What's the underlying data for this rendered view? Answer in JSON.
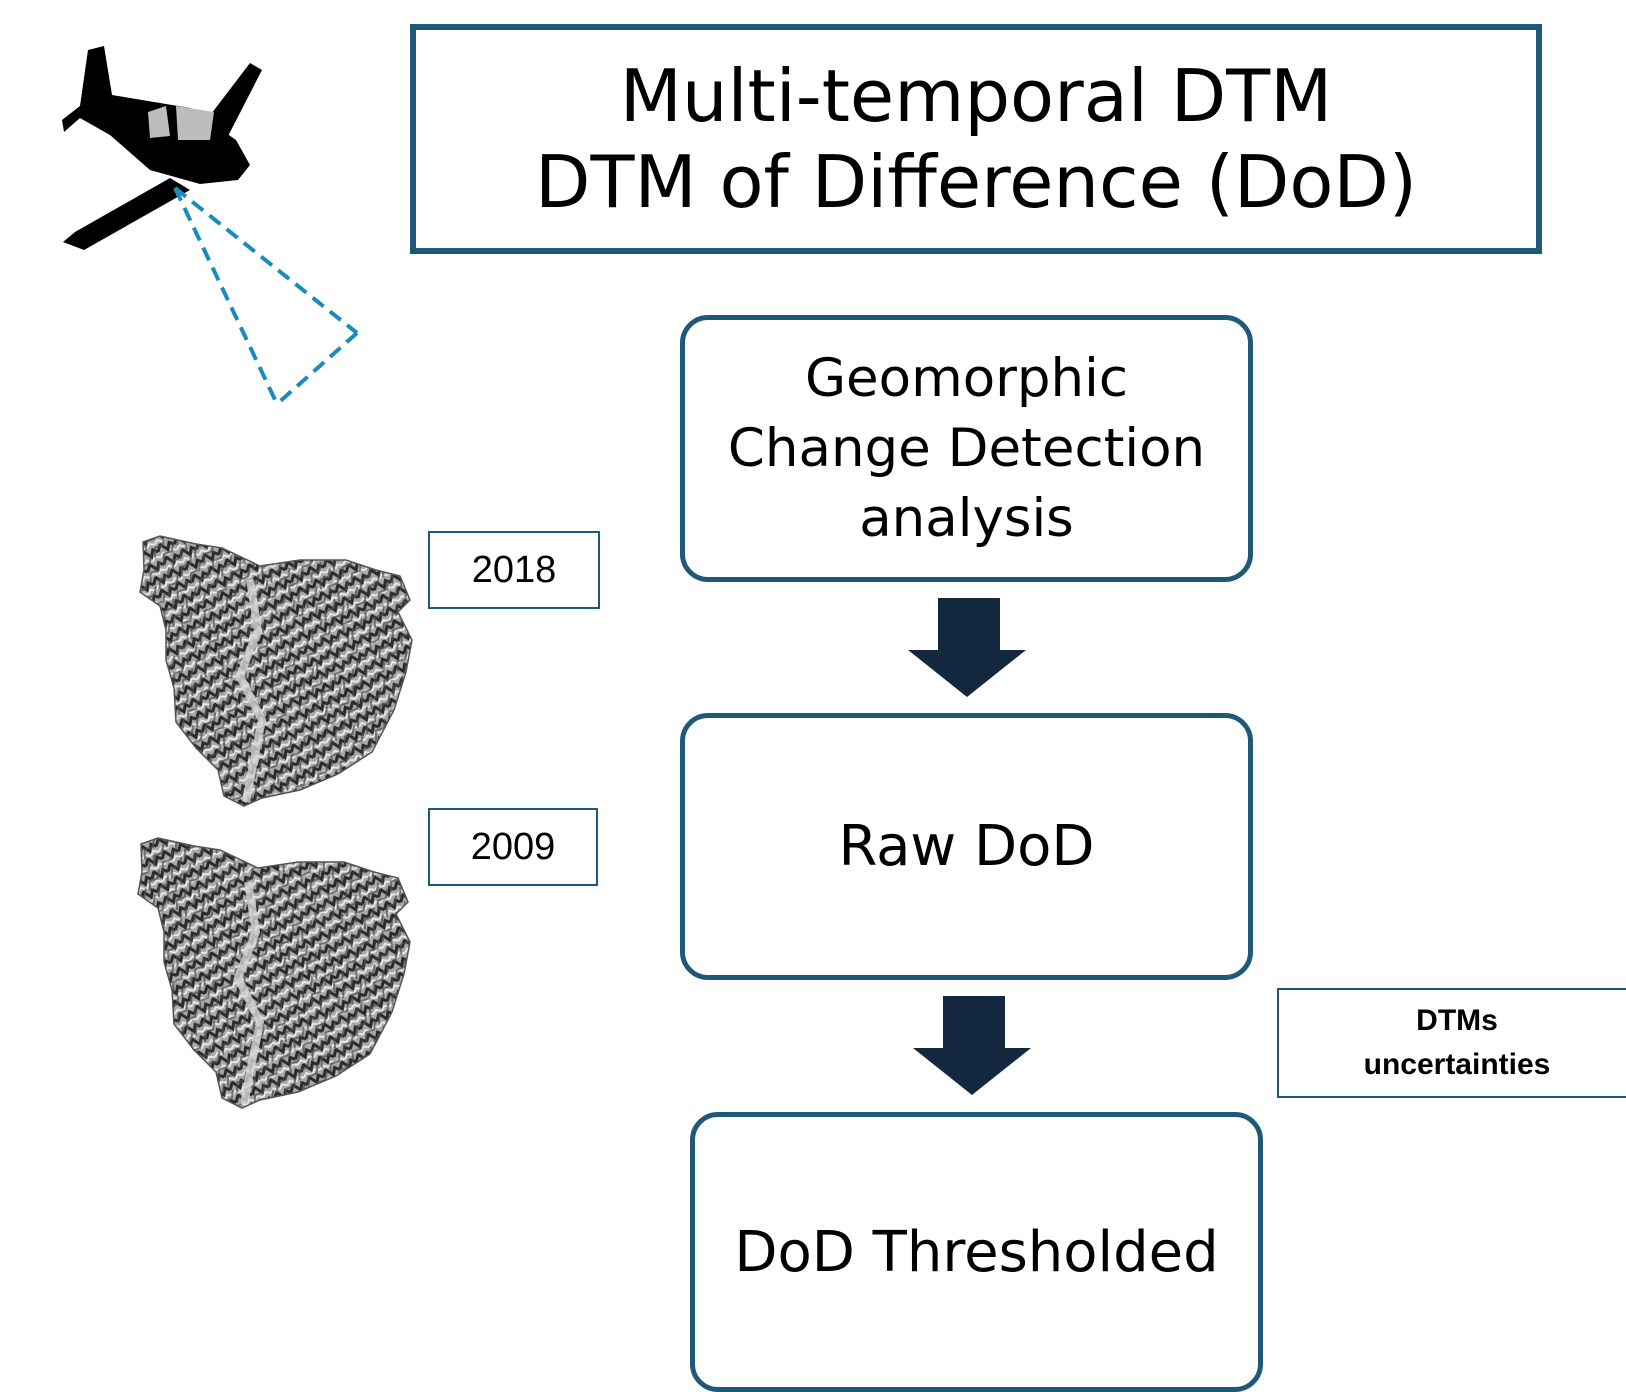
{
  "title": {
    "line1": "Multi-temporal DTM",
    "line2": "DTM of Difference (DoD)"
  },
  "flow": {
    "step1": {
      "line1": "Geomorphic",
      "line2": "Change Detection",
      "line3": "analysis"
    },
    "step2": "Raw DoD",
    "step3": "DoD Thresholded"
  },
  "dtm_inputs": {
    "year_a": "2018",
    "year_b": "2009"
  },
  "uncertainty": {
    "line1": "DTMs",
    "line2": "uncertainties"
  },
  "colors": {
    "box_border": "#1e5a78",
    "arrow": "#13283f",
    "lidar_beam": "#1a8bbf",
    "aircraft": "#000000"
  },
  "icons": [
    "aircraft-icon",
    "lidar-scan-beam",
    "dtm-hillshade-image"
  ]
}
